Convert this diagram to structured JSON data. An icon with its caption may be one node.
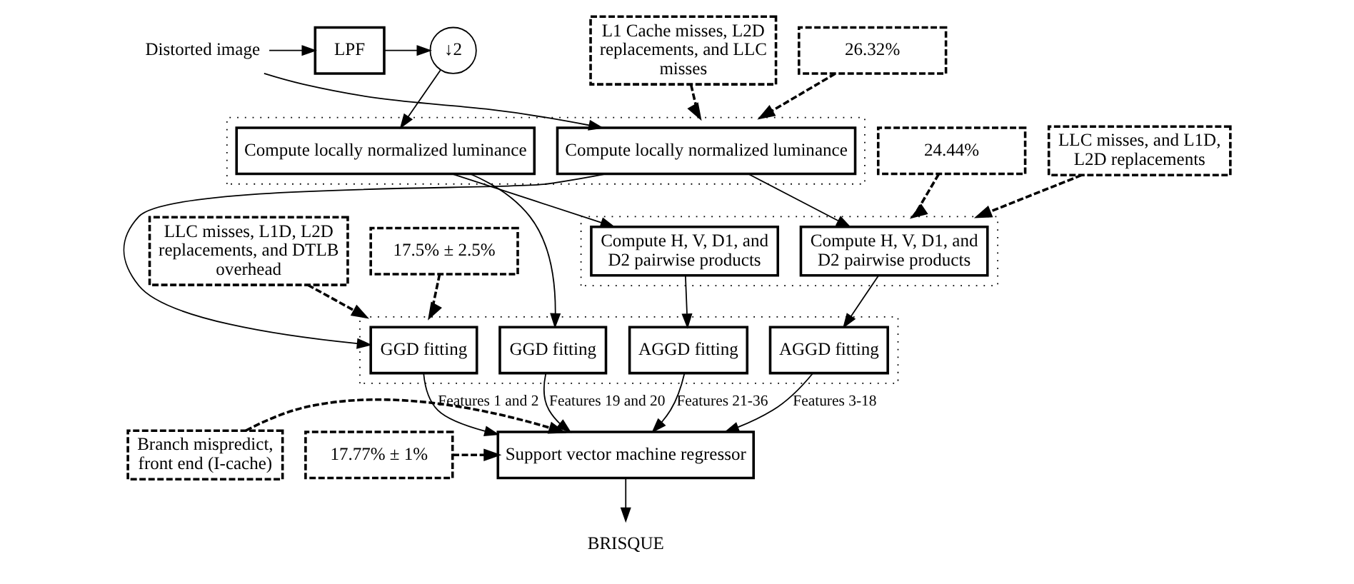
{
  "diagram": {
    "nodes": [
      {
        "text": [
          "Distorted image"
        ]
      },
      {
        "text": [
          "LPF"
        ]
      },
      {
        "text": [
          "↓2"
        ]
      },
      {
        "text": [],
        "shape": "box"
      },
      {
        "text": [
          "Compute locally normalized luminance"
        ],
        "in": 3
      },
      {
        "text": [
          "Compute locally normalized luminance"
        ],
        "in": 3
      },
      {
        "text": [],
        "shape": "box"
      },
      {
        "text": [
          "Compute H, V, D1, and D2 pairwise products"
        ],
        "in": 6
      },
      {
        "text": [
          "Compute H, V, D1, and D2 pairwise products"
        ],
        "in": 6
      },
      {
        "text": [],
        "shape": "box"
      },
      {
        "text": [
          "GGD fitting"
        ],
        "in": 9
      },
      {
        "text": [
          "AGGD fitting"
        ],
        "in": 9
      },
      {
        "text": [
          "GGD fitting"
        ],
        "in": 9
      },
      {
        "text": [
          "AGGD fitting"
        ],
        "in": 9
      },
      {
        "text": [
          "Support vector machine regressor"
        ]
      },
      {
        "text": [
          "BRISQUE"
        ]
      },
      {
        "text": [
          "L1 Cache misses, L2D replacements, and LLC misses"
        ]
      },
      {
        "text": [
          "26.32%"
        ]
      },
      {
        "text": [
          "LLC misses, and L1D, L2D replacements"
        ]
      },
      {
        "text": [
          "24.44%"
        ]
      },
      {
        "text": [
          "LLC misses, L1D, L2D replacements, and DTLB overhead"
        ]
      },
      {
        "text": [
          "17.5% ± 2.5%"
        ]
      },
      {
        "text": [
          "Branch mispredict, front end (I-cache)"
        ]
      },
      {
        "text": [
          "17.77% ± 1%"
        ]
      }
    ],
    "edges": [
      {
        "from": 0,
        "to": 1,
        "arrow": "to"
      },
      {
        "from": 1,
        "to": 2,
        "arrow": "to"
      },
      {
        "from": 0,
        "to": 4,
        "arrow": "to"
      },
      {
        "from": 2,
        "to": 5,
        "arrow": "to"
      },
      {
        "from": 4,
        "to": 7,
        "arrow": "to"
      },
      {
        "from": 4,
        "to": 10,
        "arrow": "to"
      },
      {
        "from": 5,
        "to": 8,
        "arrow": "to"
      },
      {
        "from": 5,
        "to": 12,
        "arrow": "to"
      },
      {
        "from": 7,
        "to": 11,
        "arrow": "to"
      },
      {
        "from": 8,
        "to": 13,
        "arrow": "to"
      },
      {
        "from": 10,
        "to": 14,
        "arrow": "to",
        "label": "Features 1 and 2"
      },
      {
        "from": 11,
        "to": 14,
        "arrow": "to",
        "label": "Features 3-18"
      },
      {
        "from": 12,
        "to": 14,
        "arrow": "to",
        "label": "Features 19 and 20"
      },
      {
        "from": 13,
        "to": 14,
        "arrow": "to",
        "label": "Features 21-36"
      },
      {
        "from": 14,
        "to": 15,
        "arrow": "to"
      },
      {
        "from": 16,
        "to": 3,
        "arrow": "to",
        "style": "dashed"
      },
      {
        "from": 17,
        "to": 3,
        "arrow": "to",
        "style": "dashed"
      },
      {
        "from": 18,
        "to": 6,
        "arrow": "to",
        "style": "dashed"
      },
      {
        "from": 19,
        "to": 6,
        "arrow": "to",
        "style": "dashed"
      },
      {
        "from": 20,
        "to": 9,
        "arrow": "to",
        "style": "dashed"
      },
      {
        "from": 21,
        "to": 9,
        "arrow": "to",
        "style": "dashed"
      },
      {
        "from": 22,
        "to": 14,
        "arrow": "to",
        "style": "dashed"
      },
      {
        "from": 23,
        "to": 14,
        "arrow": "to",
        "style": "dashed"
      }
    ]
  }
}
